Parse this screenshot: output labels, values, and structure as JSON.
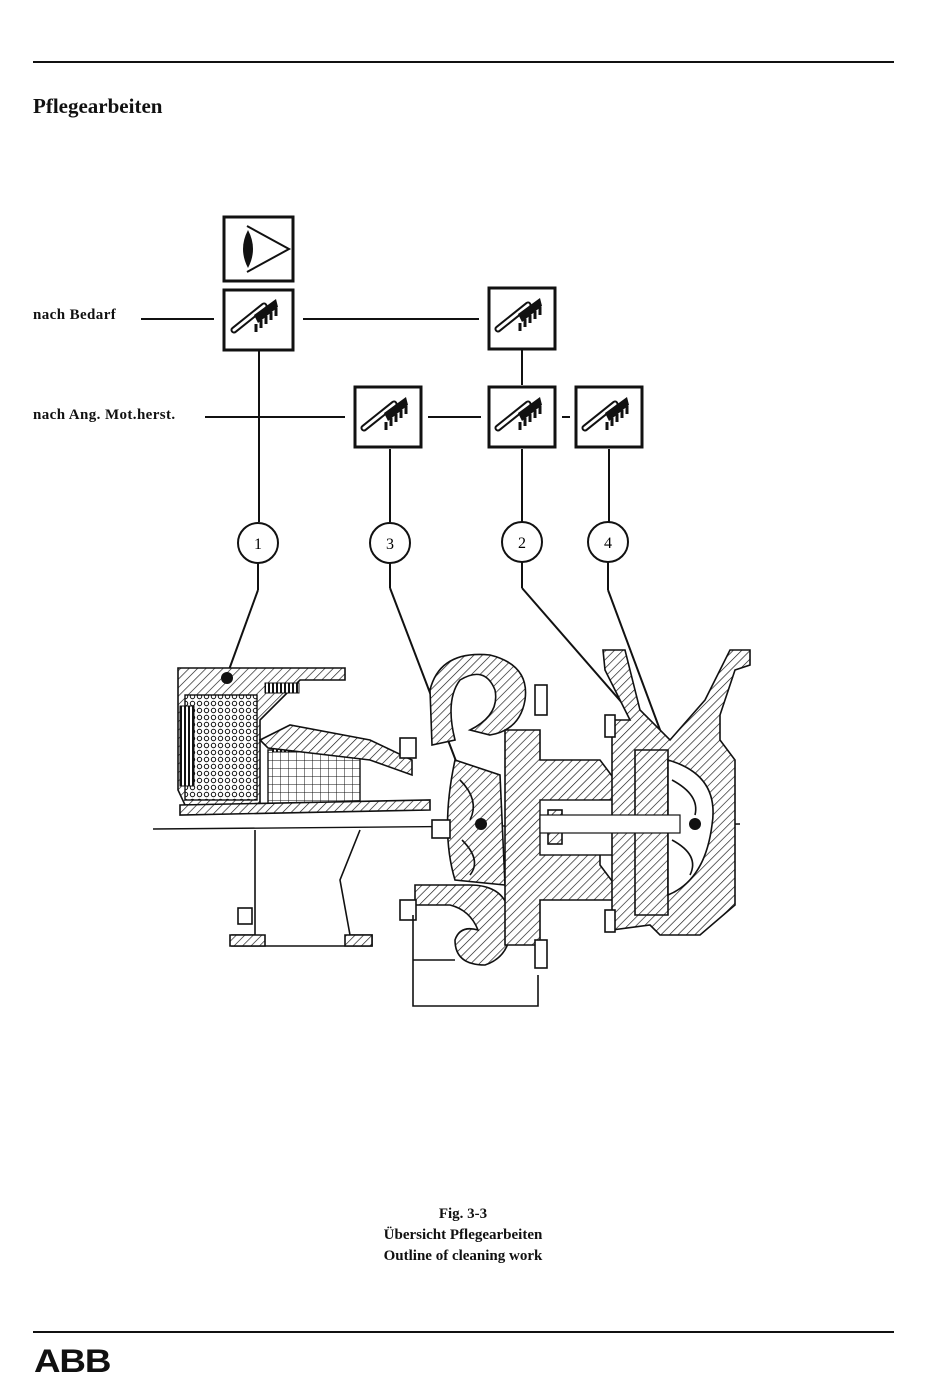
{
  "header": {
    "title": "Pflegearbeiten"
  },
  "rows": {
    "as_needed": "nach Bedarf",
    "per_manufacturer": "nach Ang. Mot.herst."
  },
  "symbols": {
    "inspect": "eye-inspection-icon",
    "clean": "brush-cleaning-icon"
  },
  "callouts": {
    "c1": "1",
    "c3": "3",
    "c2": "2",
    "c4": "4"
  },
  "caption": {
    "fig": "Fig. 3-3",
    "de": "Übersicht Pflegearbeiten",
    "en": "Outline of cleaning work"
  },
  "footer": {
    "logo": "ABB"
  }
}
